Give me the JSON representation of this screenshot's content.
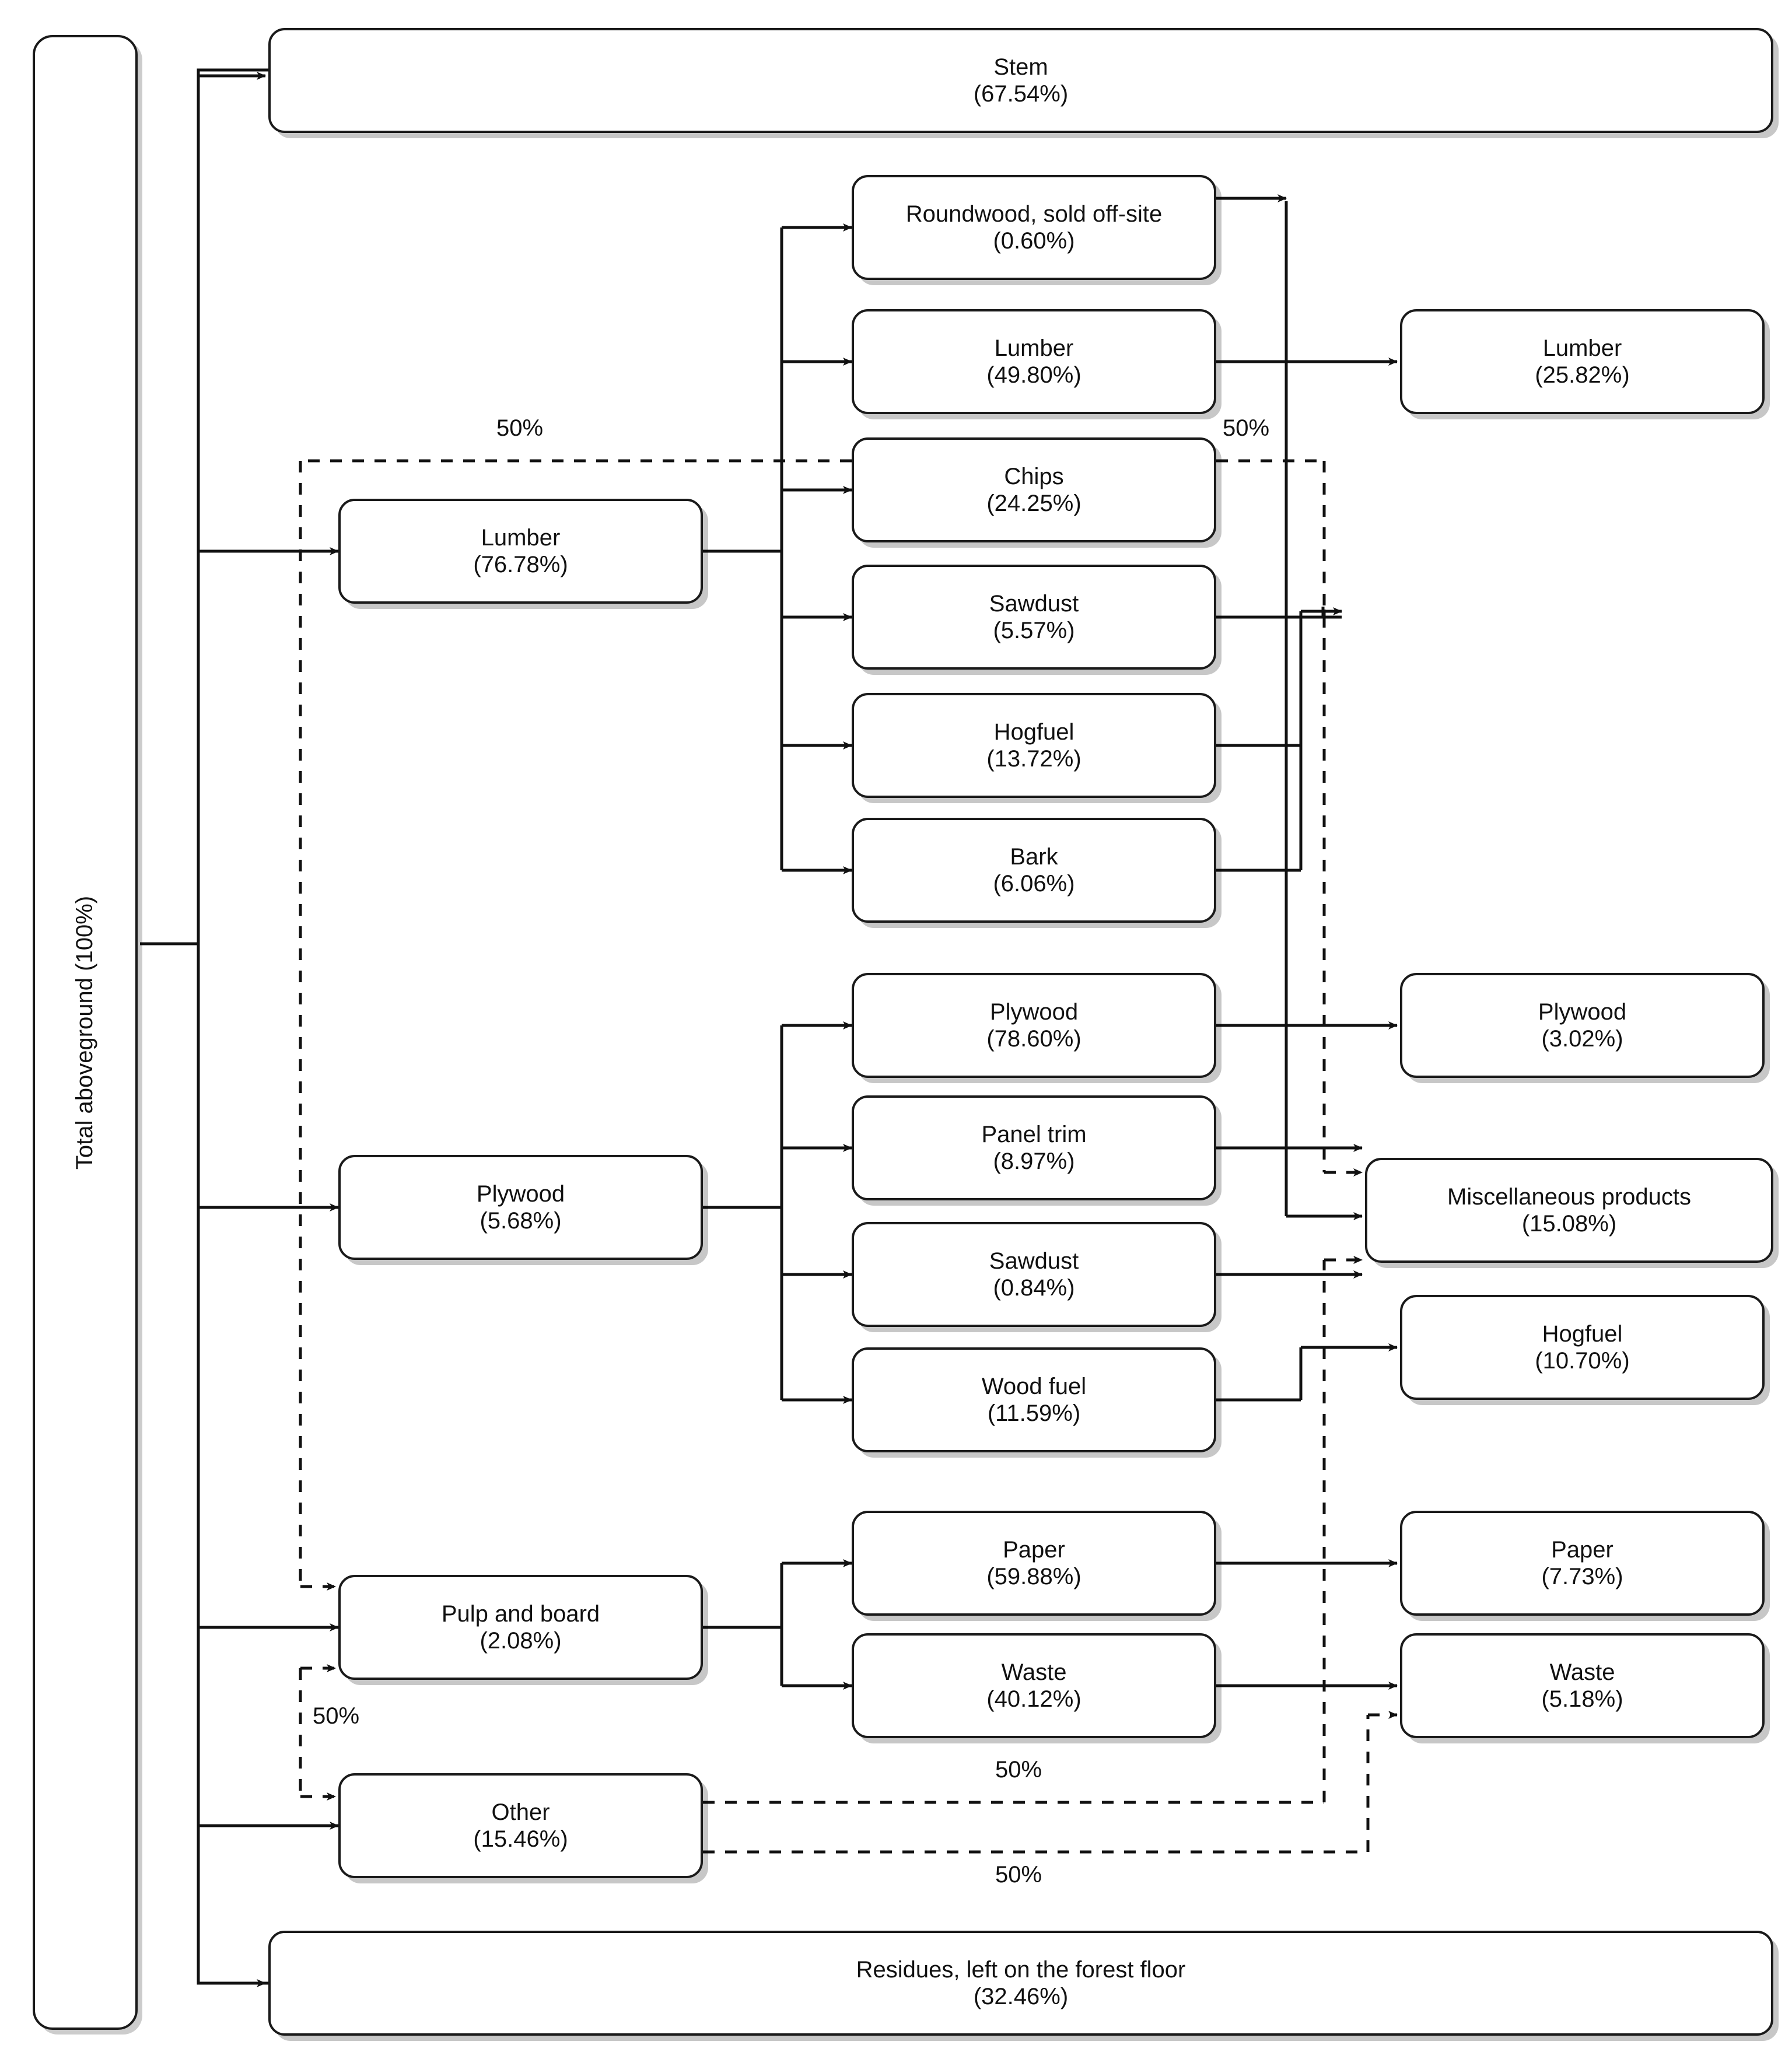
{
  "diagram": {
    "title_vertical": "Total aboveground (100%)",
    "type": "flowchart",
    "root": {
      "label": "Total aboveground",
      "value": "(100%)"
    },
    "level1": [
      {
        "name": "stem",
        "label": "Stem",
        "value": "(67.54%)"
      },
      {
        "name": "residues",
        "label": "Residues, left on the forest floor",
        "value": "(32.46%)"
      }
    ],
    "level2": [
      {
        "name": "lumber-stream",
        "label": "Lumber",
        "value": "(76.78%)"
      },
      {
        "name": "plywood-stream",
        "label": "Plywood",
        "value": "(5.68%)"
      },
      {
        "name": "pulp-stream",
        "label": "Pulp and board",
        "value": "(2.08%)"
      },
      {
        "name": "other-stream",
        "label": "Other",
        "value": "(15.46%)"
      }
    ],
    "level3": [
      {
        "name": "roundwood",
        "label": "Roundwood, sold off-site",
        "value": "(0.60%)"
      },
      {
        "name": "lumber-out",
        "label": "Lumber",
        "value": "(49.80%)"
      },
      {
        "name": "chips",
        "label": "Chips",
        "value": "(24.25%)"
      },
      {
        "name": "sawdust-l",
        "label": "Sawdust",
        "value": "(5.57%)"
      },
      {
        "name": "hogfuel-l",
        "label": "Hogfuel",
        "value": "(13.72%)"
      },
      {
        "name": "bark",
        "label": "Bark",
        "value": "(6.06%)"
      },
      {
        "name": "plywood-out",
        "label": "Plywood",
        "value": "(78.60%)"
      },
      {
        "name": "panel-trim",
        "label": "Panel trim",
        "value": "(8.97%)"
      },
      {
        "name": "sawdust-p",
        "label": "Sawdust",
        "value": "(0.84%)"
      },
      {
        "name": "wood-fuel",
        "label": "Wood fuel",
        "value": "(11.59%)"
      },
      {
        "name": "paper-out",
        "label": "Paper",
        "value": "(59.88%)"
      },
      {
        "name": "waste-out",
        "label": "Waste",
        "value": "(40.12%)"
      }
    ],
    "level4": [
      {
        "name": "final-lumber",
        "label": "Lumber",
        "value": "(25.82%)"
      },
      {
        "name": "final-plywood",
        "label": "Plywood",
        "value": "(3.02%)"
      },
      {
        "name": "final-misc",
        "label": "Miscellaneous products",
        "value": "(15.08%)"
      },
      {
        "name": "final-hogfuel",
        "label": "Hogfuel",
        "value": "(10.70%)"
      },
      {
        "name": "final-paper",
        "label": "Paper",
        "value": "(7.73%)"
      },
      {
        "name": "final-waste",
        "label": "Waste",
        "value": "(5.18%)"
      }
    ],
    "edge_labels": [
      {
        "name": "split-chips-in",
        "text": "50%"
      },
      {
        "name": "split-chips-out",
        "text": "50%"
      },
      {
        "name": "split-pulp-other",
        "text": "50%"
      },
      {
        "name": "split-other-upper",
        "text": "50%"
      },
      {
        "name": "split-other-lower",
        "text": "50%"
      }
    ],
    "colors": {
      "stroke": "#1a1a1a",
      "box_fill": "#ffffff",
      "shadow": "#c9c9c9",
      "text": "#111111"
    }
  }
}
